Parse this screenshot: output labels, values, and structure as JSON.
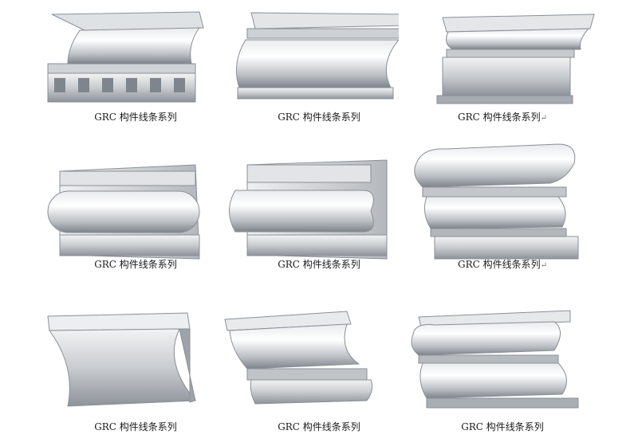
{
  "accent": "#9a9fa6",
  "items": [
    {
      "caption": "GRC 构件线条系列",
      "mark": "",
      "icon": "cornice-dentil-icon"
    },
    {
      "caption": "GRC 构件线条系列",
      "mark": "",
      "icon": "cornice-wave-icon"
    },
    {
      "caption": "GRC 构件线条系列",
      "mark": "↵",
      "icon": "cornice-stepped-icon"
    },
    {
      "caption": "GRC 构件线条系列",
      "mark": "",
      "icon": "molding-torus-icon"
    },
    {
      "caption": "GRC 构件线条系列",
      "mark": "",
      "icon": "molding-notch-icon"
    },
    {
      "caption": "GRC 构件线条系列",
      "mark": "↵",
      "icon": "molding-roll-icon"
    },
    {
      "caption": "GRC 构件线条系列",
      "mark": "",
      "icon": "cornice-cove-icon"
    },
    {
      "caption": "GRC 构件线条系列",
      "mark": "",
      "icon": "cornice-ogee-icon"
    },
    {
      "caption": "GRC 构件线条系列",
      "mark": "",
      "icon": "cornice-double-icon"
    }
  ]
}
